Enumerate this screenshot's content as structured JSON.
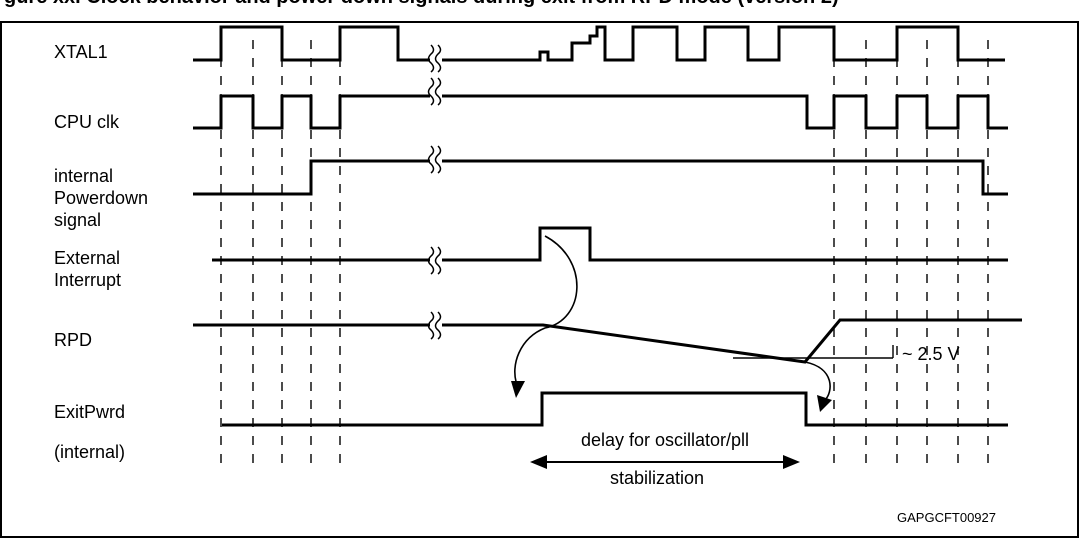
{
  "header": {
    "partial_title": "gure xx. Clock behavior and power down signals during exit from RPD mode (version 2)"
  },
  "signals": [
    {
      "id": "xtal1",
      "label_lines": [
        "XTAL1"
      ]
    },
    {
      "id": "cpu-clk",
      "label_lines": [
        "CPU clk"
      ]
    },
    {
      "id": "powerdown",
      "label_lines": [
        "internal",
        "Powerdown",
        "signal"
      ]
    },
    {
      "id": "ext-int",
      "label_lines": [
        "External",
        "Interrupt"
      ]
    },
    {
      "id": "rpd",
      "label_lines": [
        "RPD"
      ]
    },
    {
      "id": "exitpwrd",
      "label_lines": [
        "ExitPwrd",
        "(internal)"
      ]
    }
  ],
  "annotations": {
    "threshold": "~ 2.5 V",
    "delay_line1": "delay for oscillator/pll",
    "delay_line2": "stabilization"
  },
  "figure_code": "GAPGCFT00927"
}
